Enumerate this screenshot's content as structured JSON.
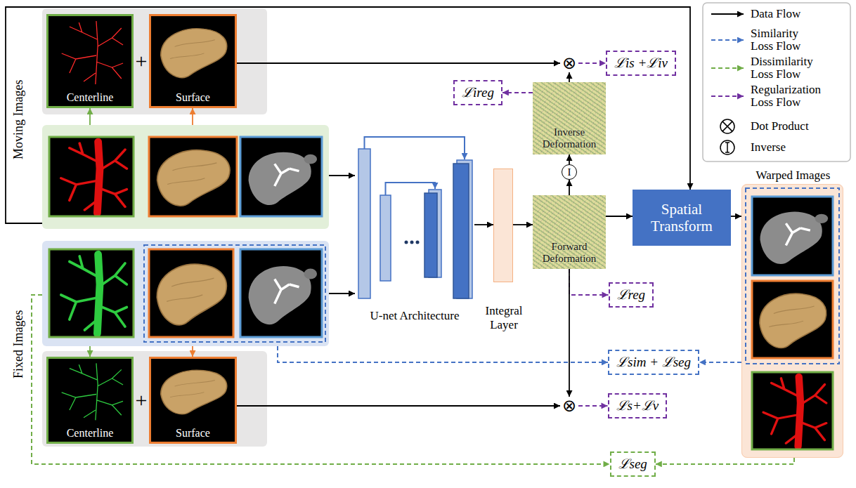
{
  "diagram": {
    "nodes": [
      {
        "text": [
          "Centerline"
        ]
      },
      {
        "text": [
          "Surface"
        ]
      },
      {
        "text": [
          "⊗"
        ]
      },
      {
        "text": [
          "ℒis +ℒiv"
        ]
      },
      {
        "text": [
          "ℒireg"
        ]
      },
      {
        "text": [
          "Inverse Deformation"
        ]
      },
      {
        "text": [
          "I"
        ]
      },
      {
        "text": [
          "Moving Images"
        ]
      },
      {
        "text": [
          "U-net Architecture"
        ]
      },
      {
        "text": [
          "Integral Layer"
        ]
      },
      {
        "text": [
          "Forward Deformation"
        ]
      },
      {
        "text": [
          "Spatial Transform"
        ]
      },
      {
        "text": [
          "Warped Images"
        ]
      },
      {
        "text": [
          "Fixed Images"
        ]
      },
      {
        "text": [
          "ℒreg"
        ]
      },
      {
        "text": [
          "ℒsim + ℒseg"
        ]
      },
      {
        "text": [
          "Centerline"
        ]
      },
      {
        "text": [
          "Surface"
        ]
      },
      {
        "text": [
          "⊗"
        ]
      },
      {
        "text": [
          "ℒs+ℒv"
        ]
      },
      {
        "text": [
          "ℒseg"
        ]
      }
    ],
    "edges": [
      {
        "from": 7,
        "to": 0,
        "arrow": "to"
      },
      {
        "from": 7,
        "to": 1,
        "arrow": "to"
      },
      {
        "from": 1,
        "to": 2,
        "arrow": "to"
      },
      {
        "from": 5,
        "to": 2,
        "arrow": "to"
      },
      {
        "from": 2,
        "to": 3,
        "arrow": "to"
      },
      {
        "from": 5,
        "to": 4,
        "arrow": "to"
      },
      {
        "from": 10,
        "to": 6,
        "arrow": "to"
      },
      {
        "from": 6,
        "to": 5,
        "arrow": "to"
      },
      {
        "from": 7,
        "to": 8,
        "arrow": "to"
      },
      {
        "from": 13,
        "to": 8,
        "arrow": "to"
      },
      {
        "from": 8,
        "to": 9,
        "arrow": "to"
      },
      {
        "from": 9,
        "to": 10,
        "arrow": "to"
      },
      {
        "from": 10,
        "to": 11,
        "arrow": "to"
      },
      {
        "from": 11,
        "to": 12,
        "arrow": "to"
      },
      {
        "from": 7,
        "to": 11,
        "arrow": "to"
      },
      {
        "from": 10,
        "to": 14,
        "arrow": "to"
      },
      {
        "from": 13,
        "to": 15,
        "arrow": "to"
      },
      {
        "from": 12,
        "to": 15,
        "arrow": "to"
      },
      {
        "from": 13,
        "to": 16,
        "arrow": "to"
      },
      {
        "from": 13,
        "to": 17,
        "arrow": "to"
      },
      {
        "from": 10,
        "to": 18,
        "arrow": "to"
      },
      {
        "from": 17,
        "to": 18,
        "arrow": "to"
      },
      {
        "from": 18,
        "to": 19,
        "arrow": "to"
      },
      {
        "from": 13,
        "to": 20,
        "arrow": "to"
      },
      {
        "from": 12,
        "to": 20,
        "arrow": "to"
      }
    ],
    "labels": [
      "+",
      "+"
    ],
    "legend": [
      {
        "text": "Data Flow"
      },
      {
        "text": "Similarity Loss Flow"
      },
      {
        "text": "Dissimilarity Loss Flow"
      },
      {
        "text": "Regularization Loss Flow"
      },
      {
        "text": "Dot Product"
      },
      {
        "text": "Inverse"
      }
    ]
  }
}
